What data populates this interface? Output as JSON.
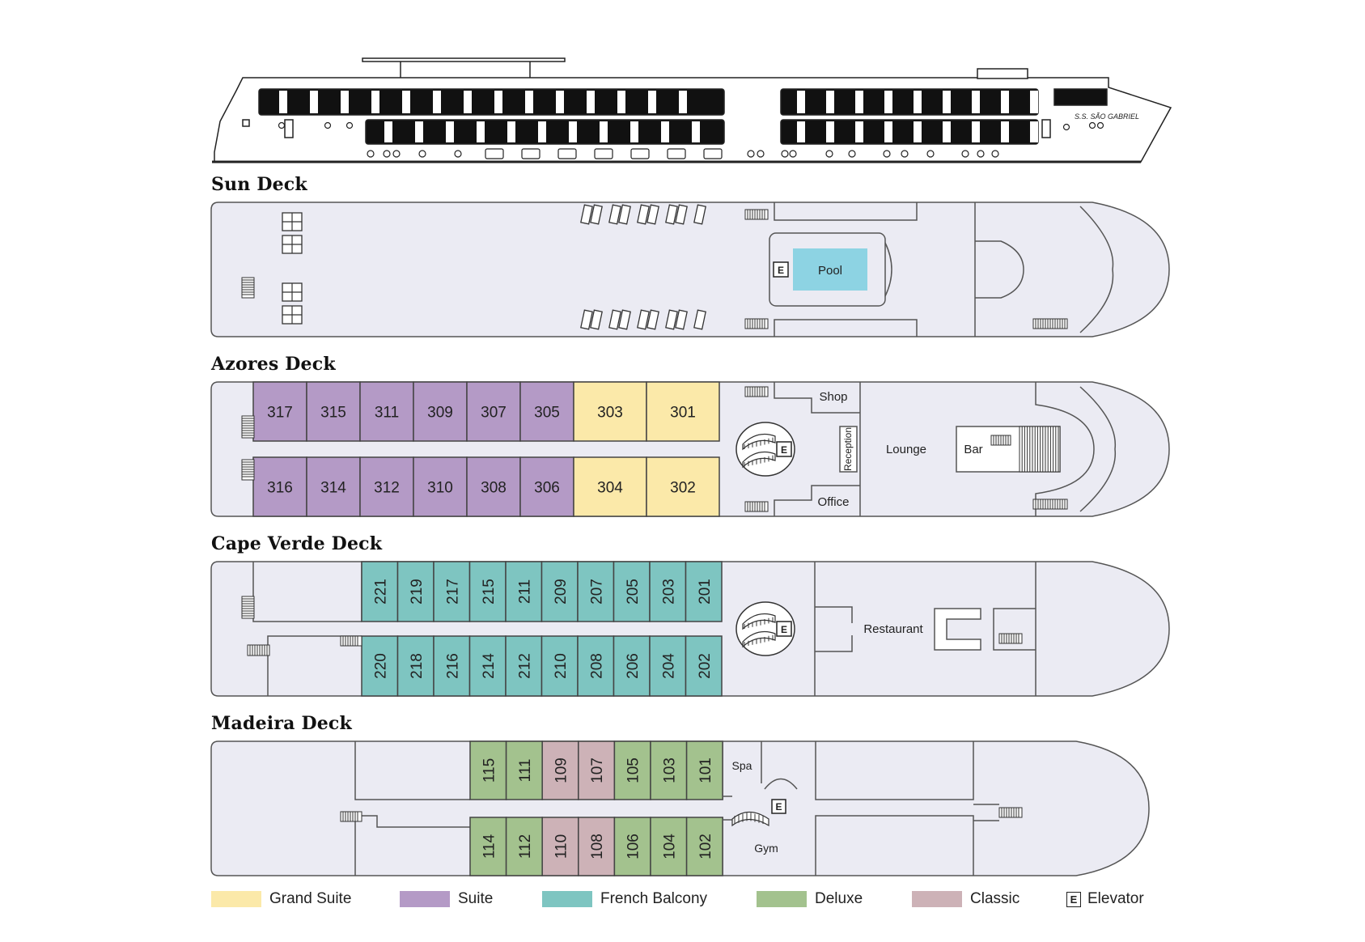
{
  "ship_name": "S.S. SÃO GABRIEL",
  "decks": {
    "sun": "Sun Deck",
    "azores": "Azores Deck",
    "cape_verde": "Cape Verde Deck",
    "madeira": "Madeira Deck"
  },
  "rooms": {
    "pool": "Pool",
    "shop": "Shop",
    "reception": "Reception",
    "office": "Office",
    "lounge": "Lounge",
    "bar": "Bar",
    "restaurant": "Restaurant",
    "spa": "Spa",
    "gym": "Gym",
    "elevator_mark": "E"
  },
  "colors": {
    "grand_suite": "#fbe9a9",
    "suite": "#b49ac6",
    "french_balcony": "#7ec5c1",
    "deluxe": "#a3c28e",
    "classic": "#cdb2b7",
    "hull": "#ebebf3",
    "pool": "#8dd3e3"
  },
  "azores_cabins": {
    "top": [
      {
        "num": "317",
        "cat": "suite"
      },
      {
        "num": "315",
        "cat": "suite"
      },
      {
        "num": "311",
        "cat": "suite"
      },
      {
        "num": "309",
        "cat": "suite"
      },
      {
        "num": "307",
        "cat": "suite"
      },
      {
        "num": "305",
        "cat": "suite"
      },
      {
        "num": "303",
        "cat": "grand_suite"
      },
      {
        "num": "301",
        "cat": "grand_suite"
      }
    ],
    "bottom": [
      {
        "num": "316",
        "cat": "suite"
      },
      {
        "num": "314",
        "cat": "suite"
      },
      {
        "num": "312",
        "cat": "suite"
      },
      {
        "num": "310",
        "cat": "suite"
      },
      {
        "num": "308",
        "cat": "suite"
      },
      {
        "num": "306",
        "cat": "suite"
      },
      {
        "num": "304",
        "cat": "grand_suite"
      },
      {
        "num": "302",
        "cat": "grand_suite"
      }
    ]
  },
  "cape_verde_cabins": {
    "top": [
      "221",
      "219",
      "217",
      "215",
      "211",
      "209",
      "207",
      "205",
      "203",
      "201"
    ],
    "bottom": [
      "220",
      "218",
      "216",
      "214",
      "212",
      "210",
      "208",
      "206",
      "204",
      "202"
    ]
  },
  "madeira_cabins": {
    "top": [
      {
        "num": "115",
        "cat": "deluxe"
      },
      {
        "num": "111",
        "cat": "deluxe"
      },
      {
        "num": "109",
        "cat": "classic"
      },
      {
        "num": "107",
        "cat": "classic"
      },
      {
        "num": "105",
        "cat": "deluxe"
      },
      {
        "num": "103",
        "cat": "deluxe"
      },
      {
        "num": "101",
        "cat": "deluxe"
      }
    ],
    "bottom": [
      {
        "num": "114",
        "cat": "deluxe"
      },
      {
        "num": "112",
        "cat": "deluxe"
      },
      {
        "num": "110",
        "cat": "classic"
      },
      {
        "num": "108",
        "cat": "classic"
      },
      {
        "num": "106",
        "cat": "deluxe"
      },
      {
        "num": "104",
        "cat": "deluxe"
      },
      {
        "num": "102",
        "cat": "deluxe"
      }
    ]
  },
  "legend": [
    {
      "label": "Grand Suite",
      "cat": "grand_suite"
    },
    {
      "label": "Suite",
      "cat": "suite"
    },
    {
      "label": "French Balcony",
      "cat": "french_balcony"
    },
    {
      "label": "Deluxe",
      "cat": "deluxe"
    },
    {
      "label": "Classic",
      "cat": "classic"
    }
  ],
  "legend_elevator": {
    "mark": "E",
    "label": "Elevator"
  }
}
